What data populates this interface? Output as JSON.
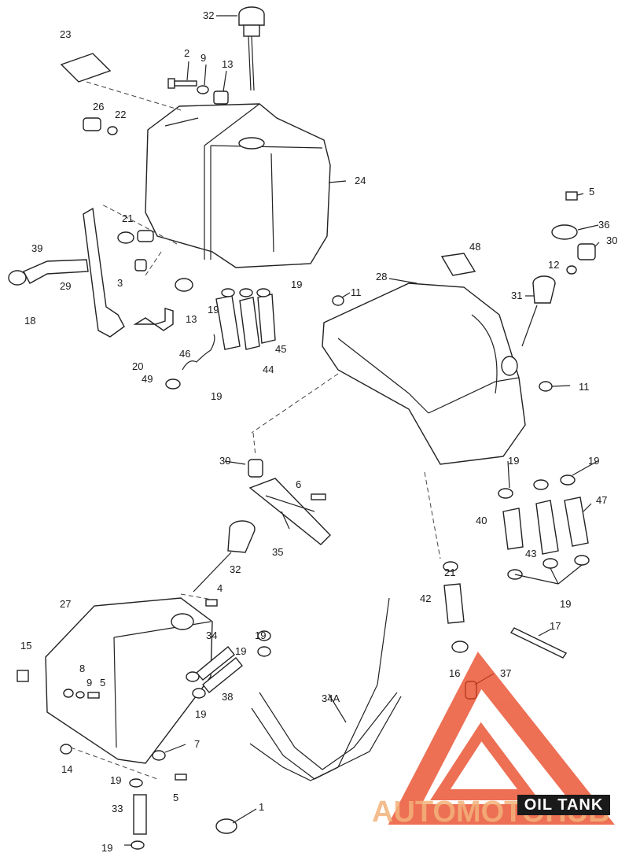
{
  "diagram": {
    "title": "OIL TANK",
    "watermark": "AUTOMOTOHUB",
    "watermark_color": "#e8401c",
    "watermark_gray": "#b9b9b9",
    "callouts": [
      "32",
      "23",
      "2",
      "9",
      "13",
      "26",
      "22",
      "24",
      "21",
      "39",
      "3",
      "29",
      "18",
      "13",
      "19",
      "19",
      "20",
      "46",
      "45",
      "44",
      "49",
      "19",
      "5",
      "36",
      "30",
      "48",
      "12",
      "28",
      "11",
      "31",
      "11",
      "30",
      "6",
      "35",
      "32",
      "19",
      "19",
      "47",
      "40",
      "43",
      "21",
      "42",
      "19",
      "17",
      "4",
      "27",
      "34",
      "19",
      "19",
      "15",
      "8",
      "9",
      "5",
      "38",
      "19",
      "16",
      "37",
      "34A",
      "14",
      "7",
      "19",
      "5",
      "33",
      "1",
      "19"
    ]
  }
}
